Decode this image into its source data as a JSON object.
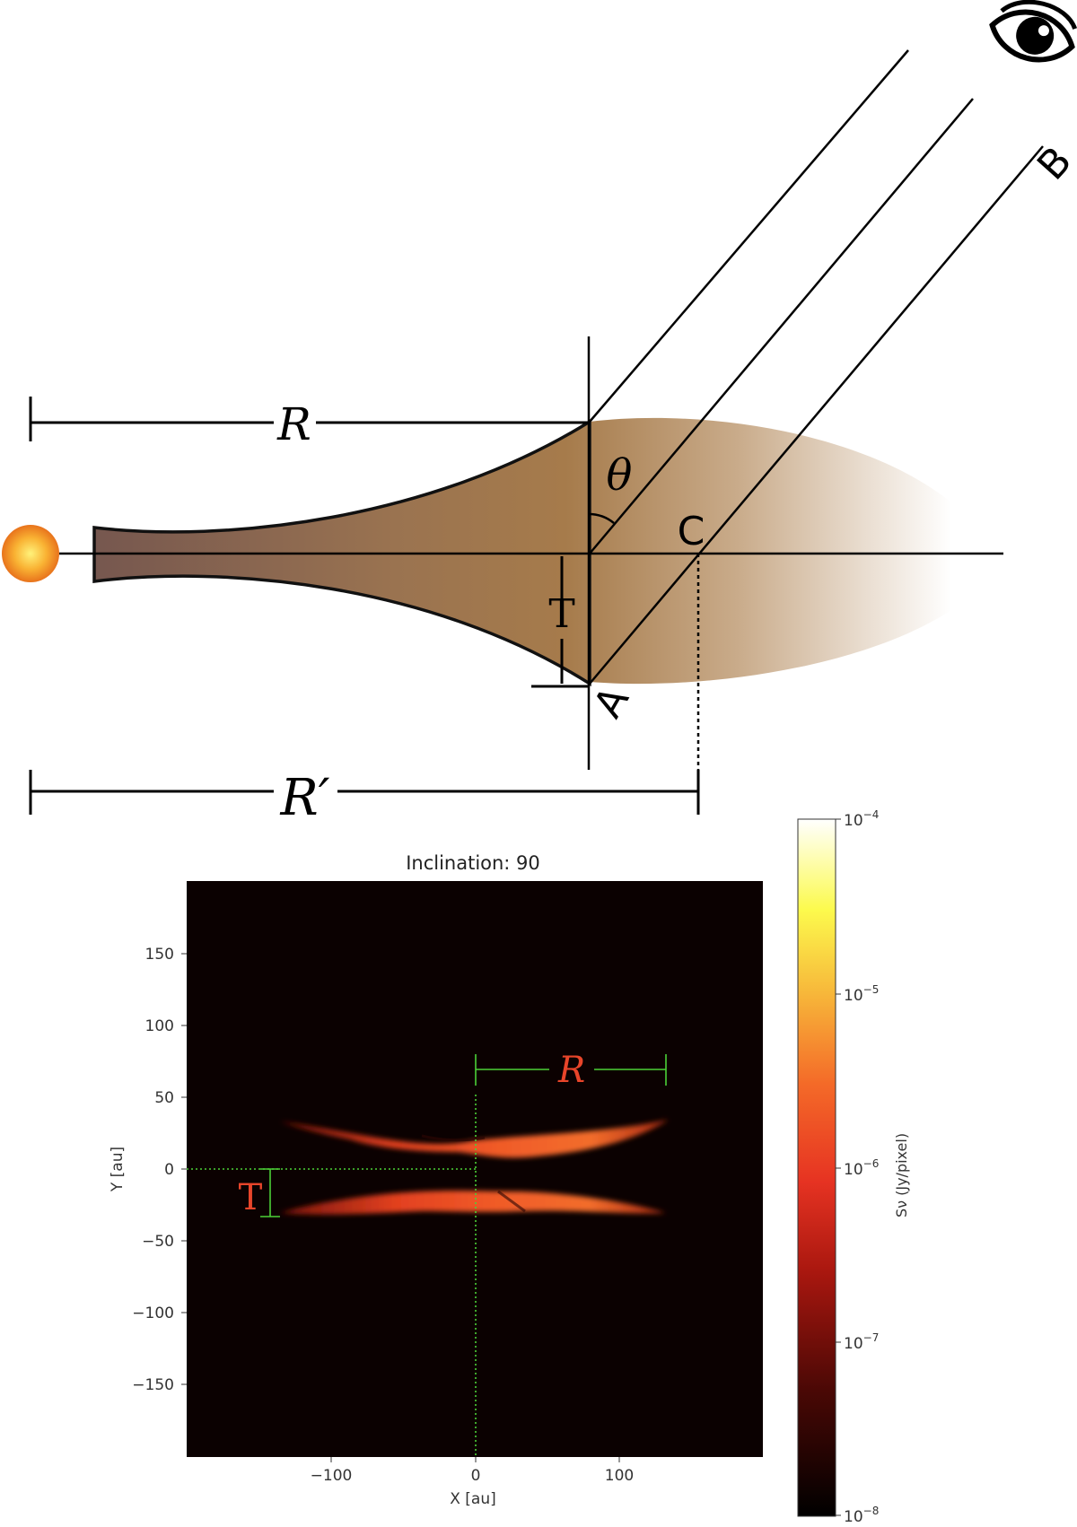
{
  "diagram": {
    "labels": {
      "R": "R",
      "R_prime": "R′",
      "theta": "θ",
      "T": "T",
      "A": "A",
      "B": "B",
      "C": "C"
    },
    "icons": {
      "star": "star-icon",
      "observer": "eye-icon"
    },
    "colors": {
      "disk_inner": "#76574f",
      "disk_mid": "#a67b4b",
      "star": "#f5a623",
      "line": "#000000"
    }
  },
  "plot": {
    "title": "Inclination: 90",
    "xlabel": "X [au]",
    "ylabel": "Y [au]",
    "xticks": [
      "−100",
      "0",
      "100"
    ],
    "yticks": [
      "150",
      "100",
      "50",
      "0",
      "−50",
      "−100",
      "−150"
    ],
    "annotations": {
      "R": "R",
      "T": "T"
    },
    "colors": {
      "background": "#0b0101",
      "annotation_line": "#4cd137",
      "annotation_text": "#e8452a"
    }
  },
  "colorbar": {
    "label": "Sν  (Jy/pixel)",
    "scale": "log",
    "ticks": [
      {
        "base": "10",
        "exp": "−4"
      },
      {
        "base": "10",
        "exp": "−5"
      },
      {
        "base": "10",
        "exp": "−6"
      },
      {
        "base": "10",
        "exp": "−7"
      },
      {
        "base": "10",
        "exp": "−8"
      }
    ]
  }
}
